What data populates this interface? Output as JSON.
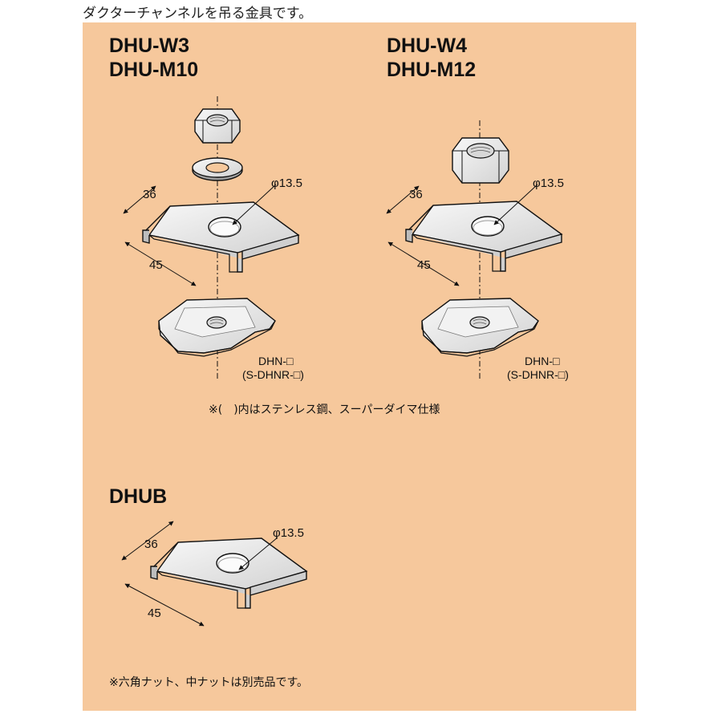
{
  "caption": "ダクターチャンネルを吊る金具です。",
  "left_group": {
    "models": [
      "DHU-W3",
      "DHU-M10"
    ],
    "dim_width": "36",
    "dim_length": "45",
    "dim_hole": "φ13.5",
    "part_labels": [
      "DHN-□",
      "(S-DHNR-□)"
    ]
  },
  "right_group": {
    "models": [
      "DHU-W4",
      "DHU-M12"
    ],
    "dim_width": "36",
    "dim_length": "45",
    "dim_hole": "φ13.5",
    "part_labels": [
      "DHN-□",
      "(S-DHNR-□)"
    ]
  },
  "note_stainless": "※(　)内はステンレス鋼、スーパーダイマ仕様",
  "bottom_group": {
    "model": "DHUB",
    "dim_width": "36",
    "dim_length": "45",
    "dim_hole": "φ13.5"
  },
  "note_sold_separately": "※六角ナット、中ナットは別売品です。",
  "colors": {
    "panel_background": "#f6c89c",
    "metal_light": "#ececec",
    "metal_dark": "#b9b9b9",
    "outline": "#111111"
  }
}
